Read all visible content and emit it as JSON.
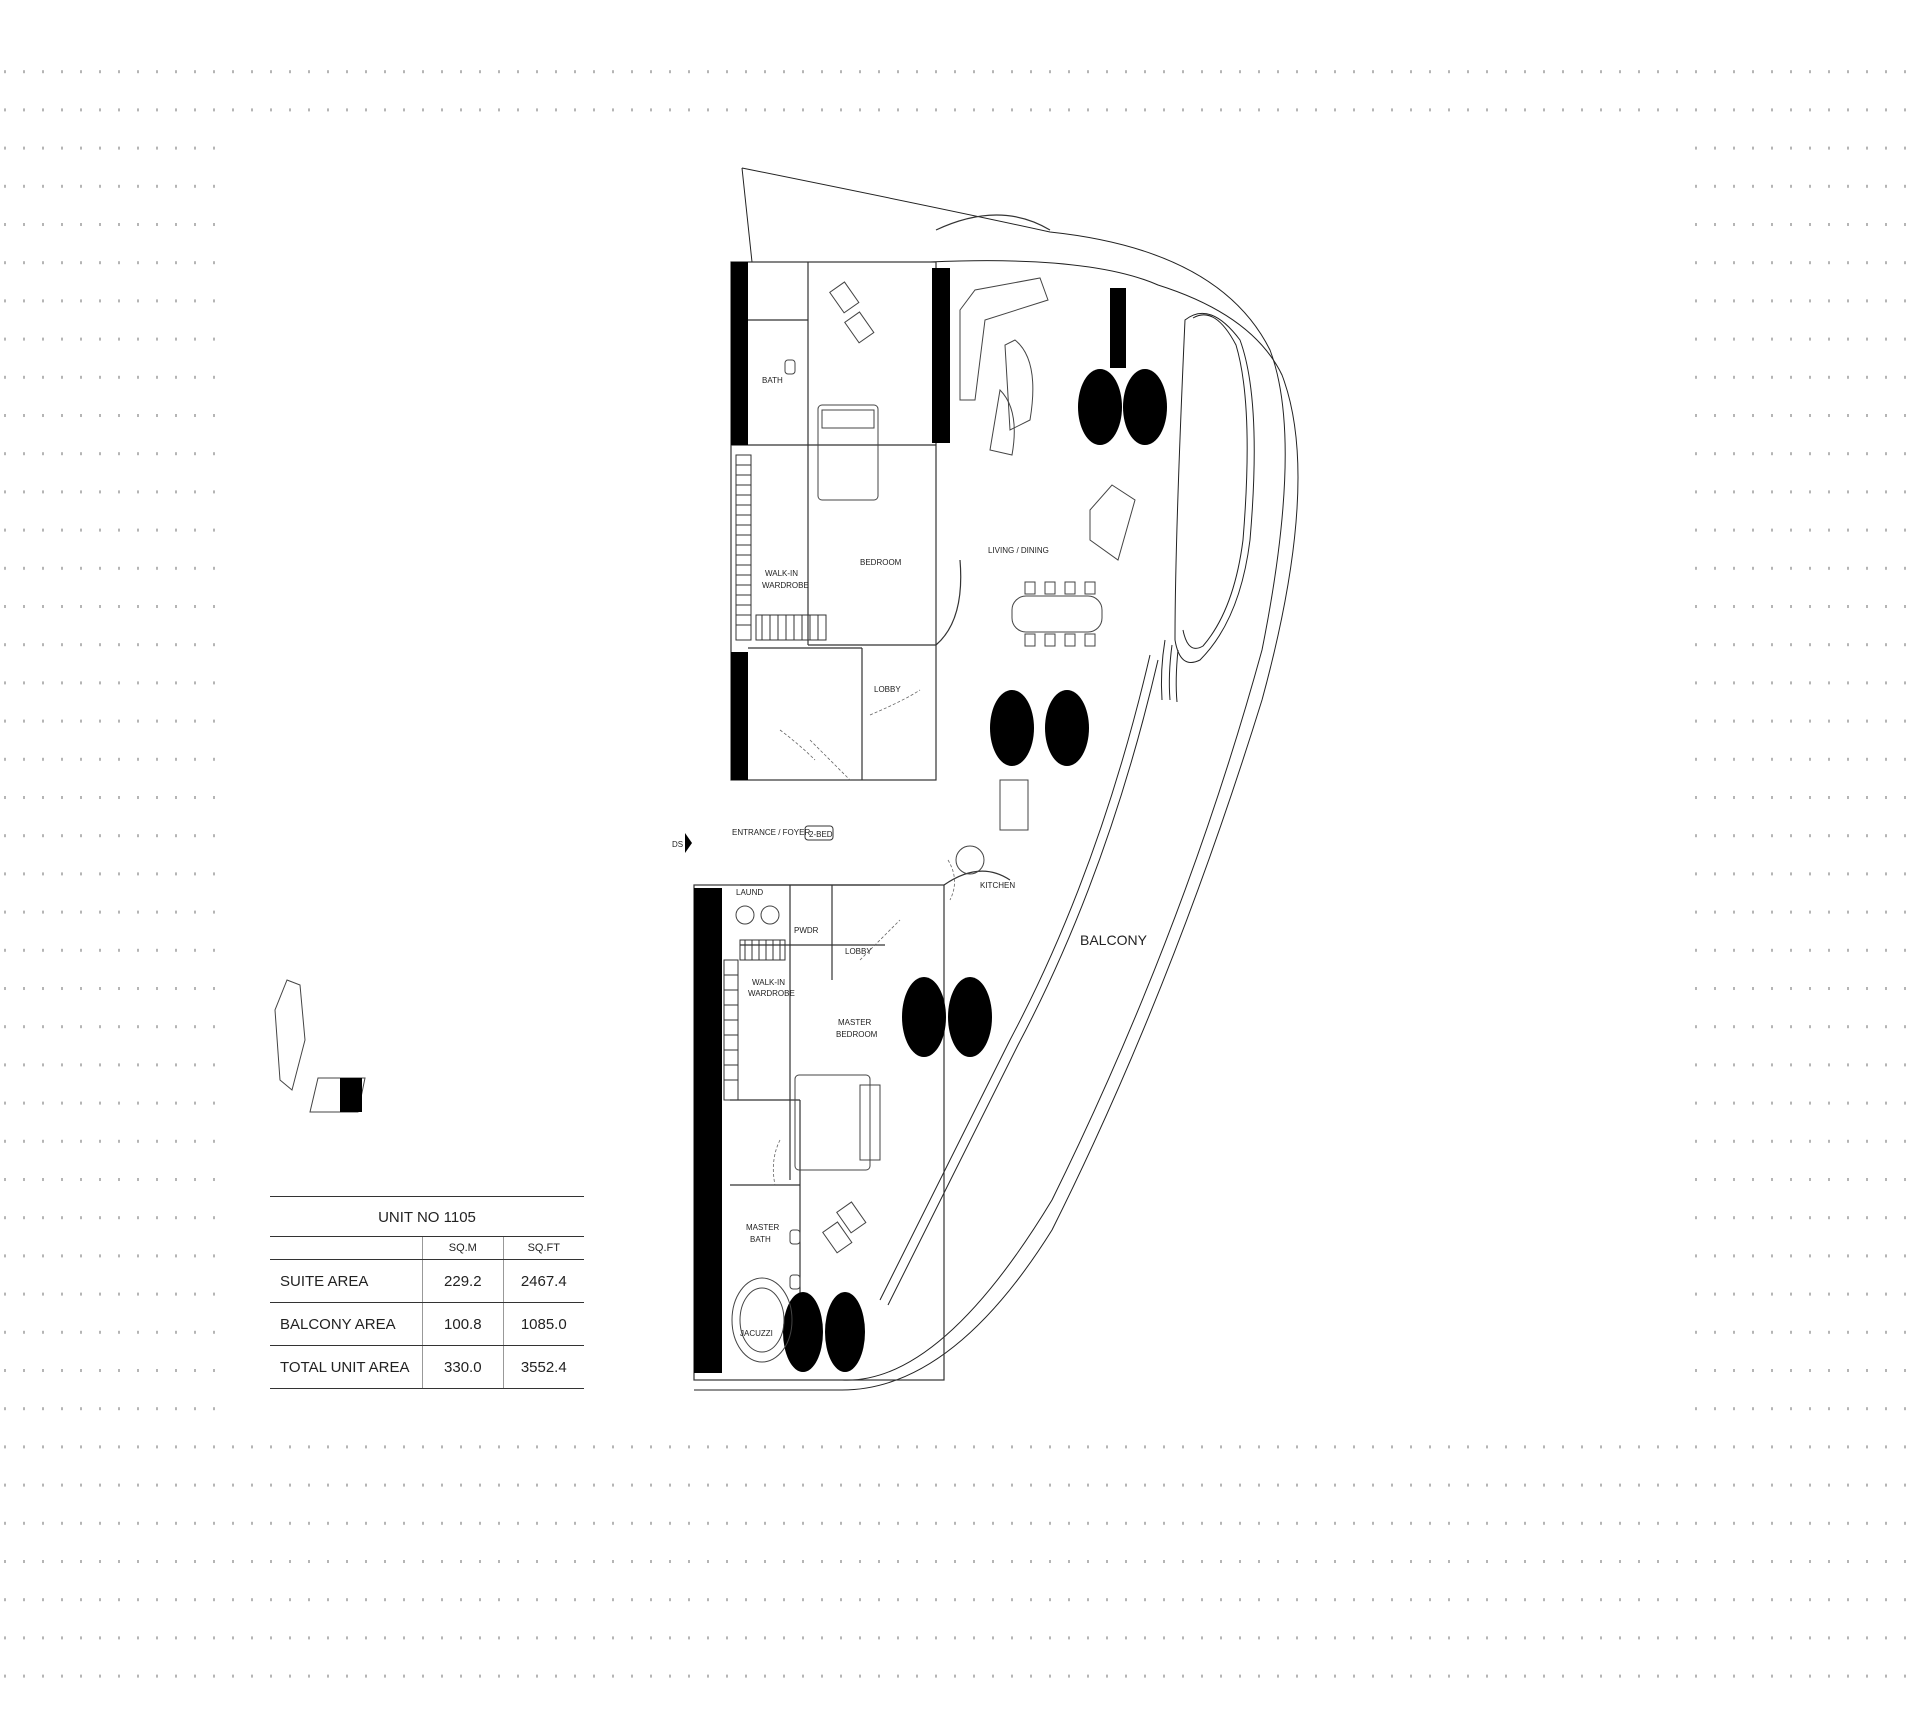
{
  "plan": {
    "entrance_label": "ENTRANCE / FOYER",
    "unit_type_badge": "2-BED",
    "entry_marker": "DS",
    "rooms": {
      "bath": "BATH",
      "walkin_wardrobe_1": [
        "WALK-IN",
        "WARDROBE"
      ],
      "bedroom": "BEDROOM",
      "lobby_top": "LOBBY",
      "living_dining": "LIVING / DINING",
      "kitchen": "KITCHEN",
      "balcony": "BALCONY",
      "laundry": "LAUND",
      "powder": "PWDR",
      "lobby_bottom": "LOBBY",
      "walkin_wardrobe_2": [
        "WALK-IN",
        "WARDROBE"
      ],
      "master_bedroom": [
        "MASTER",
        "BEDROOM"
      ],
      "master_bath": [
        "MASTER",
        "BATH"
      ],
      "jacuzzi": "JACUZZI"
    }
  },
  "area_table": {
    "title": "UNIT NO 1105",
    "headers": [
      "",
      "SQ.M",
      "SQ.FT"
    ],
    "rows": [
      {
        "label": "SUITE AREA",
        "sqm": "229.2",
        "sqft": "2467.4"
      },
      {
        "label": "BALCONY AREA",
        "sqm": "100.8",
        "sqft": "1085.0"
      },
      {
        "label": "TOTAL UNIT AREA",
        "sqm": "330.0",
        "sqft": "3552.4"
      }
    ]
  }
}
